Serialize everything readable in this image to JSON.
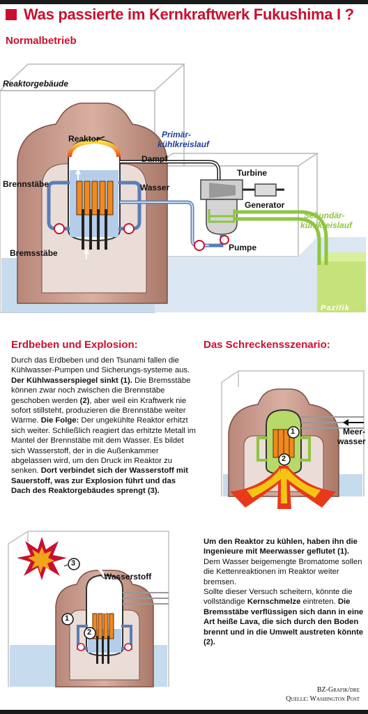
{
  "title": "Was passierte im Kernkraftwerk Fukushima I ?",
  "section_normal": "Normalbetrieb",
  "diagram_labels": {
    "reaktorgebaeude": "Reaktorgebäude",
    "reaktor": "Reaktor",
    "primaer_1": "Primär-",
    "primaer_2": "kühlkreislauf",
    "dampf": "Dampf",
    "turbine": "Turbine",
    "wasser": "Wasser",
    "brennstaebe": "Brennstäbe",
    "generator": "Generator",
    "sekundaer_1": "Sekundär-",
    "sekundaer_2": "kühlkreislauf",
    "bremsstaebe": "Bremsstäbe",
    "pumpe": "Pumpe",
    "pazifik": "Pazifik"
  },
  "left_section": {
    "heading": "Erdbeben und Explosion:",
    "p1_normal": "Durch das Erdbeben und den Tsunami fallen die Kühlwasser-Pumpen und Sicherungs-systeme aus. ",
    "p1_bold": "Der Kühlwasserspiegel sinkt (1).",
    "p1_rest": " Die Bremsstäbe können zwar noch zwischen die Brennstäbe geschoben werden ",
    "p1_bold2": "(2)",
    "p1_rest2": ", aber weil ein Kraftwerk nie sofort stillsteht, produzieren die Brennstäbe weiter Wärme. ",
    "p2_bold": "Die Folge:",
    "p2_normal": " Der ungekühlte Reaktor erhitzt sich weiter. Schließlich reagiert das erhitzte Metall im Mantel der Brennstäbe mit dem Wasser. Es bildet sich Wasserstoff, der in die Außenkammer abgelassen wird, um den Druck im Reaktor zu senken. ",
    "p2_bold2": "Dort verbindet sich der Wasserstoff mit Sauerstoff, was zur Explosion führt und das Dach des Reaktorgebäudes sprengt (3)."
  },
  "explosion_labels": {
    "num3": "3",
    "wasserstoff": "Wasserstoff",
    "num1": "1",
    "num2": "2"
  },
  "right_section": {
    "heading": "Das Schreckensszenario:",
    "meer_1": "Meer-",
    "meer_2": "wasser",
    "num1": "1",
    "num2": "2",
    "p1_bold": "Um den Reaktor zu kühlen, haben  ihn die Ingenieure mit Meerwasser geflutet (1).",
    "p2": "Dem Wasser beigemengte Bromatome sollen die Kettenreaktionen im Reaktor weiter bremsen.",
    "p3_normal": "Sollte dieser Versuch scheitern, könnte die vollständige ",
    "p3_bold": "Kernschmelze",
    "p3_rest": " eintreten. ",
    "p3_bold2": "Die Bremsstäbe verflüssigen sich dann in eine Art heiße Lava, die sich durch den Boden brennt und in die Umwelt austreten könnte (2)."
  },
  "credits": {
    "line1": "BZ-Grafik/dre",
    "line2": "Quelle: Washington Post"
  },
  "colors": {
    "accent": "#c8102e",
    "primary_loop": "#1f3f95",
    "secondary_loop": "#8dc63f",
    "building": "#c49a8a",
    "water": "#b9d2e8"
  }
}
